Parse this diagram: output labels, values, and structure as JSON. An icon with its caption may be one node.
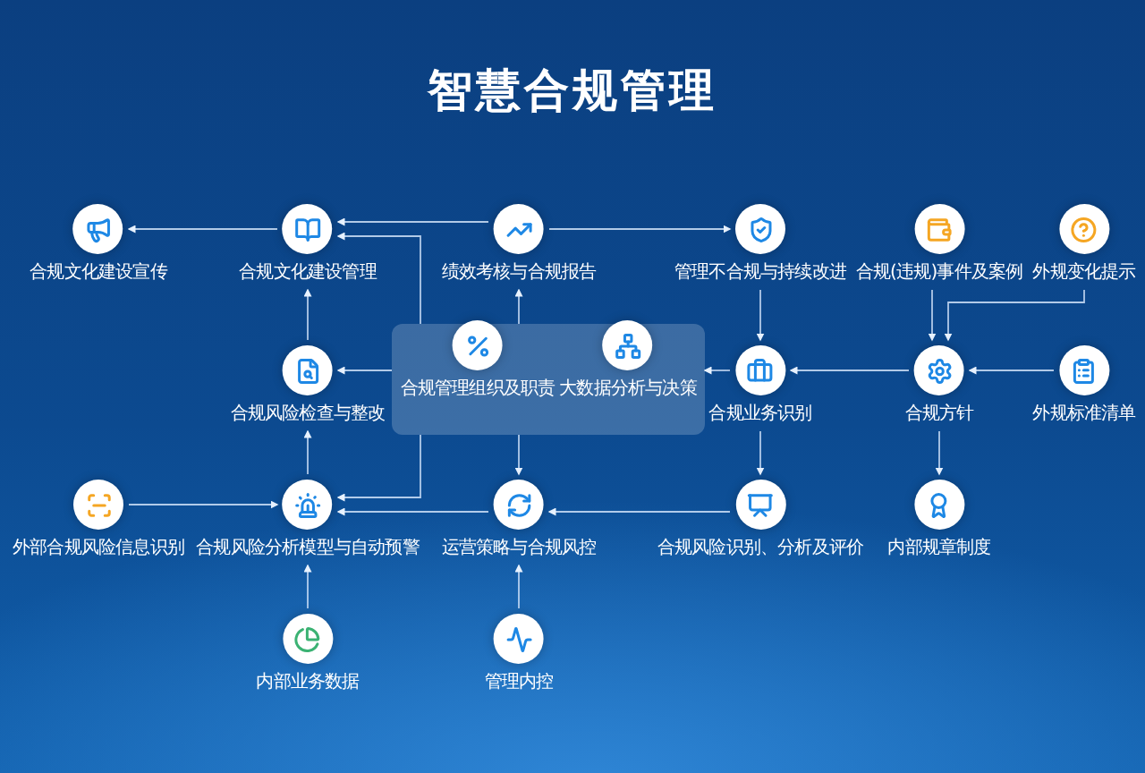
{
  "diagram": {
    "title": "智慧合规管理",
    "nodes": [
      {
        "text": [
          "合规文化建设宣传"
        ]
      },
      {
        "text": [
          "合规文化建设管理"
        ]
      },
      {
        "text": [
          "绩效考核与合规报告"
        ]
      },
      {
        "text": [
          "管理不合规与持续改进"
        ]
      },
      {
        "text": [
          "合规(违规)事件及案例"
        ]
      },
      {
        "text": [
          "外规变化提示"
        ]
      },
      {
        "text": [
          "合规风险检查与整改"
        ]
      },
      {
        "text": [],
        "shape": "box"
      },
      {
        "text": [
          "合规管理组织及职责"
        ],
        "in": 7
      },
      {
        "text": [
          "大数据分析与决策"
        ],
        "in": 7
      },
      {
        "text": [
          "合规业务识别"
        ]
      },
      {
        "text": [
          "合规方针"
        ]
      },
      {
        "text": [
          "外规标准清单"
        ]
      },
      {
        "text": [
          "外部合规风险信息识别"
        ]
      },
      {
        "text": [
          "合规风险分析模型与自动预警"
        ]
      },
      {
        "text": [
          "运营策略与合规风控"
        ]
      },
      {
        "text": [
          "合规风险识别、分析及评价"
        ]
      },
      {
        "text": [
          "内部规章制度"
        ]
      },
      {
        "text": [
          "内部业务数据"
        ]
      },
      {
        "text": [
          "管理内控"
        ]
      }
    ],
    "edges": [
      {
        "from": 1,
        "to": 0,
        "arrow": "to"
      },
      {
        "from": 2,
        "to": 1,
        "arrow": "to"
      },
      {
        "from": 7,
        "to": 1,
        "arrow": "to"
      },
      {
        "from": 2,
        "to": 3,
        "arrow": "to"
      },
      {
        "from": 7,
        "to": 2,
        "arrow": "to"
      },
      {
        "from": 3,
        "to": 10,
        "arrow": "to"
      },
      {
        "from": 4,
        "to": 11,
        "arrow": "to"
      },
      {
        "from": 5,
        "to": 11,
        "arrow": "to"
      },
      {
        "from": 12,
        "to": 11,
        "arrow": "to"
      },
      {
        "from": 11,
        "to": 10,
        "arrow": "to"
      },
      {
        "from": 10,
        "to": 7,
        "arrow": "to"
      },
      {
        "from": 7,
        "to": 6,
        "arrow": "to"
      },
      {
        "from": 6,
        "to": 1,
        "arrow": "to"
      },
      {
        "from": 14,
        "to": 6,
        "arrow": "to"
      },
      {
        "from": 13,
        "to": 14,
        "arrow": "to"
      },
      {
        "from": 7,
        "to": 14,
        "arrow": "to"
      },
      {
        "from": 15,
        "to": 14,
        "arrow": "to"
      },
      {
        "from": 18,
        "to": 14,
        "arrow": "to"
      },
      {
        "from": 7,
        "to": 15,
        "arrow": "to"
      },
      {
        "from": 16,
        "to": 15,
        "arrow": "to"
      },
      {
        "from": 19,
        "to": 15,
        "arrow": "to"
      },
      {
        "from": 10,
        "to": 16,
        "arrow": "to"
      },
      {
        "from": 11,
        "to": 17,
        "arrow": "to"
      }
    ]
  }
}
